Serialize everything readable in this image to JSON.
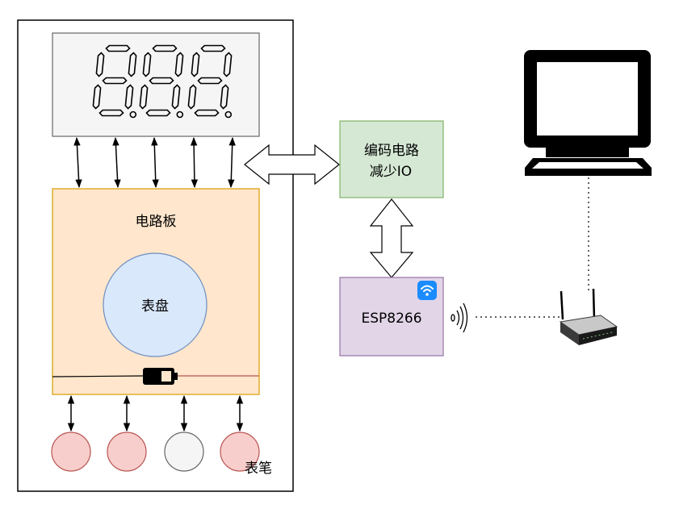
{
  "nodes": {
    "display": {
      "label": ""
    },
    "circuit_board": {
      "label": "电路板"
    },
    "dial": {
      "label": "表盘"
    },
    "encoder": {
      "line1": "编码电路",
      "line2": "减少IO"
    },
    "esp": {
      "label": "ESP8266"
    },
    "probes": {
      "label": "表笔"
    }
  },
  "colors": {
    "display_fill": "#f5f5f5",
    "board_fill": "#ffe6cc",
    "board_stroke": "#d79b00",
    "dial_fill": "#dae8fc",
    "dial_stroke": "#6c8ebf",
    "encoder_fill": "#d5e8d4",
    "encoder_stroke": "#82b366",
    "esp_fill": "#e1d5e7",
    "esp_stroke": "#9673a6",
    "probe_red_fill": "#f8cecc",
    "probe_red_stroke": "#b85450",
    "probe_gray_fill": "#f5f5f5",
    "probe_gray_stroke": "#666666",
    "wifi_badge": "#1a8cff"
  },
  "icons": [
    "seven-segment-display-icon",
    "battery-icon",
    "wifi-icon",
    "wireless-signal-icon",
    "computer-monitor-icon",
    "router-icon"
  ]
}
